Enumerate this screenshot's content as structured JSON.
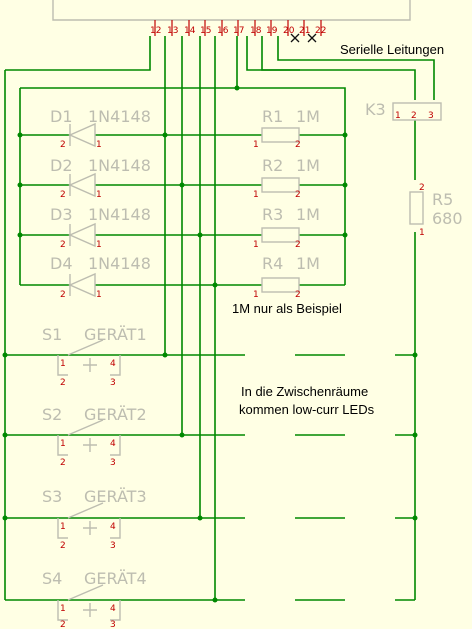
{
  "connector": {
    "pins": [
      "12",
      "13",
      "14",
      "15",
      "16",
      "17",
      "18",
      "19",
      "20",
      "21",
      "22"
    ],
    "k3_label": "K3",
    "k3_pins": [
      "1",
      "2",
      "3"
    ]
  },
  "diodes": [
    {
      "ref": "D1",
      "value": "1N4148",
      "pin_a": "2",
      "pin_b": "1"
    },
    {
      "ref": "D2",
      "value": "1N4148",
      "pin_a": "2",
      "pin_b": "1"
    },
    {
      "ref": "D3",
      "value": "1N4148",
      "pin_a": "2",
      "pin_b": "1"
    },
    {
      "ref": "D4",
      "value": "1N4148",
      "pin_a": "2",
      "pin_b": "1"
    }
  ],
  "resistors": [
    {
      "ref": "R1",
      "value": "1M",
      "pin_a": "1",
      "pin_b": "2"
    },
    {
      "ref": "R2",
      "value": "1M",
      "pin_a": "1",
      "pin_b": "2"
    },
    {
      "ref": "R3",
      "value": "1M",
      "pin_a": "1",
      "pin_b": "2"
    },
    {
      "ref": "R4",
      "value": "1M",
      "pin_a": "1",
      "pin_b": "2"
    }
  ],
  "r5": {
    "ref": "R5",
    "value": "680",
    "pin_top": "2",
    "pin_bottom": "1"
  },
  "switches": [
    {
      "ref": "S1",
      "name": "GERÄT1",
      "pins": [
        "1",
        "4",
        "2",
        "3"
      ]
    },
    {
      "ref": "S2",
      "name": "GERÄT2",
      "pins": [
        "1",
        "4",
        "2",
        "3"
      ]
    },
    {
      "ref": "S3",
      "name": "GERÄT3",
      "pins": [
        "1",
        "4",
        "2",
        "3"
      ]
    },
    {
      "ref": "S4",
      "name": "GERÄT4",
      "pins": [
        "1",
        "4",
        "2",
        "3"
      ]
    }
  ],
  "notes": {
    "serial": "Serielle Leitungen",
    "example": "1M nur als Beispiel",
    "gaps_line1": "In die Zwischenräume",
    "gaps_line2": "kommen low-curr LEDs"
  },
  "colors": {
    "wire": "#008800",
    "pin": "#c00000",
    "symbol": "#bdbdb0",
    "background": "#ffffe4"
  }
}
